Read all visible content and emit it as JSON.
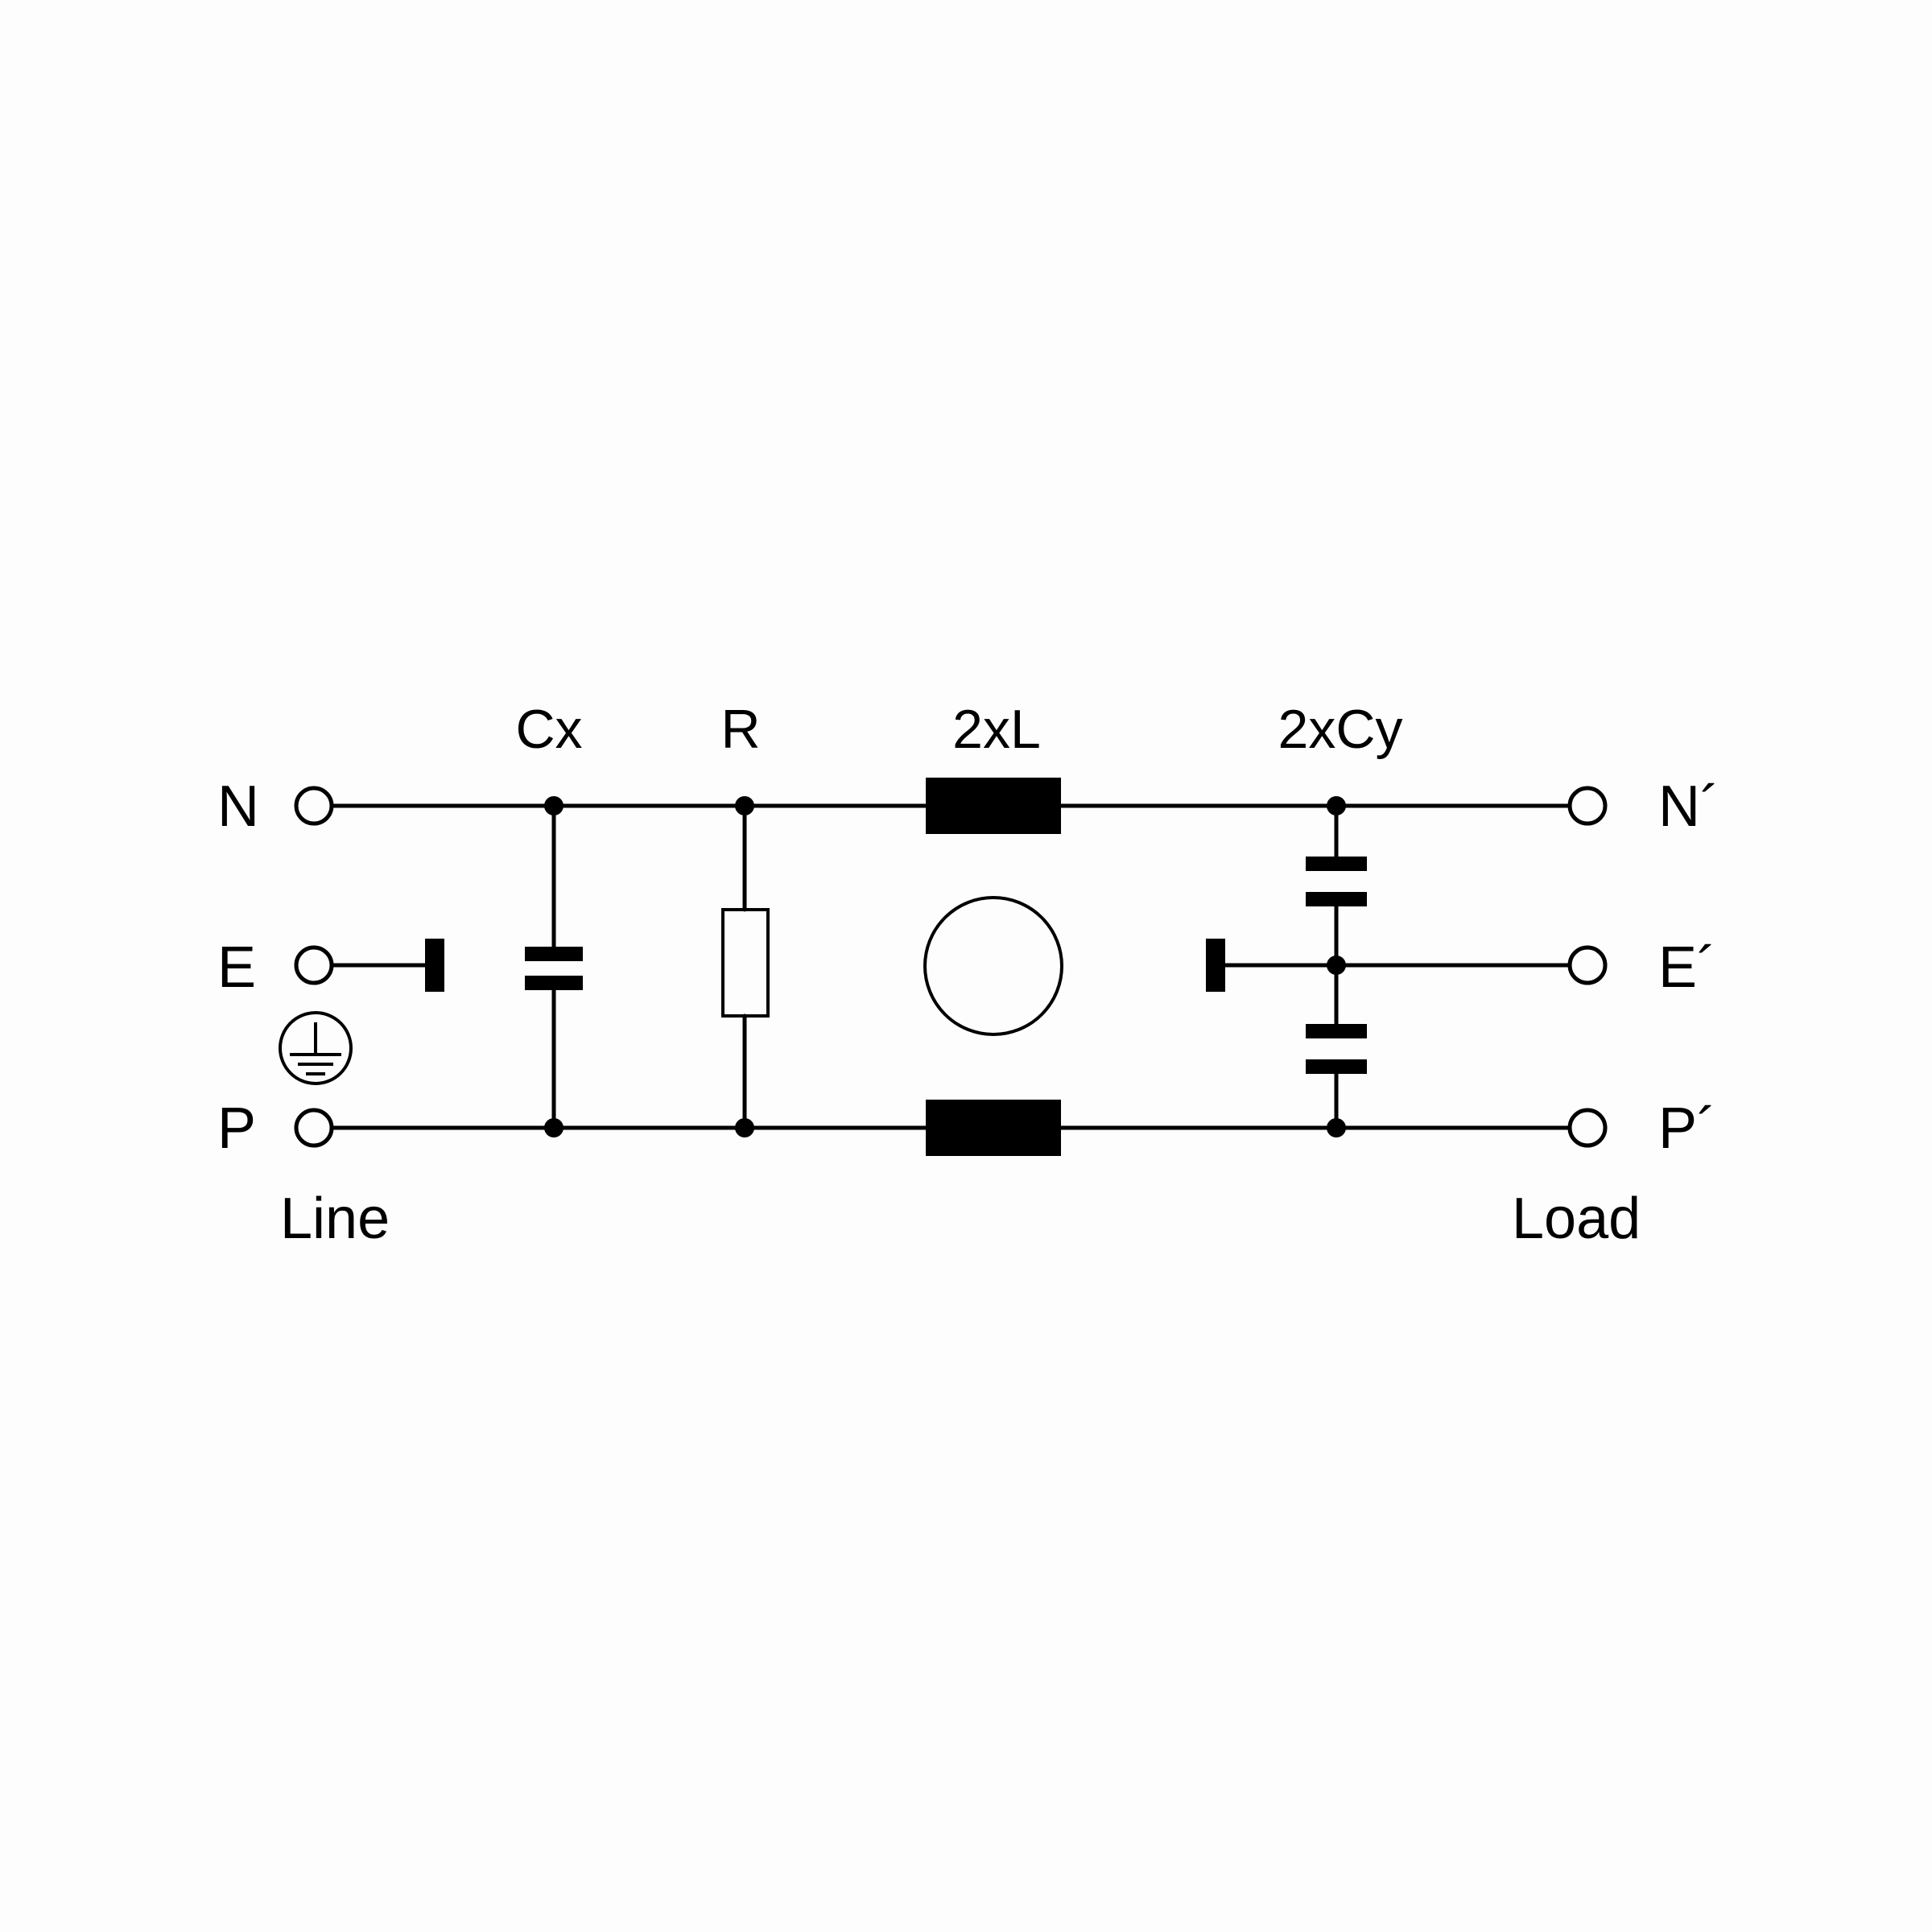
{
  "terminals": {
    "line": {
      "n": "N",
      "e": "E",
      "p": "P",
      "caption": "Line"
    },
    "load": {
      "n": "N´",
      "e": "E´",
      "p": "P´",
      "caption": "Load"
    }
  },
  "components": {
    "cx": "Cx",
    "r": "R",
    "l": "2xL",
    "cy": "2xCy"
  },
  "colors": {
    "ink": "#000000",
    "background": "#fdfdfd"
  },
  "icons": {
    "earth": "protective-earth-icon"
  }
}
